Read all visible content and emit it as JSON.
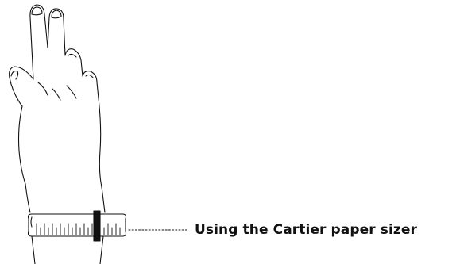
{
  "caption": {
    "text": "Using the Cartier paper sizer"
  },
  "colors": {
    "line": "#111111",
    "background": "#ffffff",
    "sizer_marker": "#111111"
  },
  "icons": {
    "hand": "hand-illustration",
    "sizer": "paper-sizer-band"
  }
}
